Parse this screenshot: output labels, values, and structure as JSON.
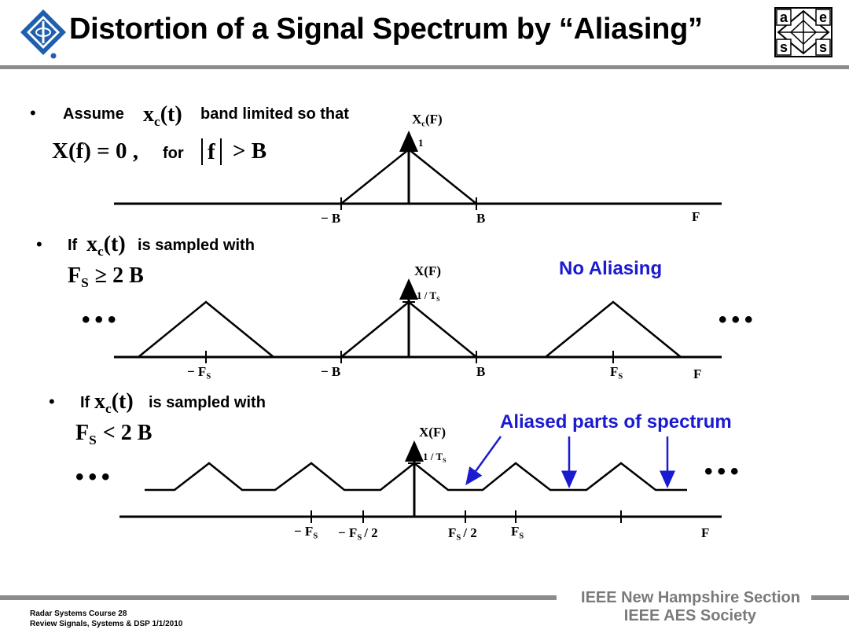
{
  "header": {
    "title": "Distortion of a Signal Spectrum by “Aliasing”",
    "logo_letters": [
      "a",
      "e",
      "s",
      "s"
    ]
  },
  "section1": {
    "bullet_text_a": "Assume",
    "bullet_math_xc": "x",
    "bullet_math_c": "c",
    "bullet_math_t": "(t)",
    "bullet_text_b": "band limited so that",
    "eq_left": "X(f) = 0 ,",
    "eq_for": "for",
    "eq_right": "f",
    "eq_gt": "> B",
    "ylabel": "X",
    "ylabel_sub": "c",
    "ylabel_arg": "(F)",
    "peak": "1",
    "ticks": [
      "− B",
      "B"
    ],
    "xaxis": "F"
  },
  "section2": {
    "bullet_if": "If",
    "bullet_math": "x",
    "bullet_math_c": "c",
    "bullet_math_t": "(t)",
    "bullet_text": "is sampled with",
    "cond": "F",
    "cond_sub": "S",
    "cond_rest": "≥ 2 B",
    "ylabel": "X(F)",
    "peak": "1 / T",
    "peak_sub": "S",
    "annotation": "No Aliasing",
    "ticks": [
      "− F",
      "− B",
      "B",
      "F"
    ],
    "tick_sub": "S",
    "xaxis": "F",
    "ellipsis": "•••"
  },
  "section3": {
    "bullet_if": "If",
    "bullet_math": "x",
    "bullet_math_c": "c",
    "bullet_math_t": "(t)",
    "bullet_text": "is sampled with",
    "cond": "F",
    "cond_sub": "S",
    "cond_rest": "< 2 B",
    "ylabel": "X(F)",
    "peak": "1 / T",
    "peak_sub": "S",
    "annotation": "Aliased parts of spectrum",
    "ticks": [
      "− F",
      "− F",
      "/ 2",
      "F",
      "/ 2",
      "F"
    ],
    "tick_sub": "S",
    "xaxis": "F",
    "ellipsis": "•••"
  },
  "footer": {
    "course": "Radar Systems Course   28",
    "subtitle": "Review Signals, Systems & DSP  1/1/2010",
    "org1": "IEEE New Hampshire Section",
    "org2": "IEEE AES Society"
  },
  "colors": {
    "annotation": "#1a1ad0",
    "rule": "#8c8c8c",
    "logo": "#1f5fae"
  }
}
